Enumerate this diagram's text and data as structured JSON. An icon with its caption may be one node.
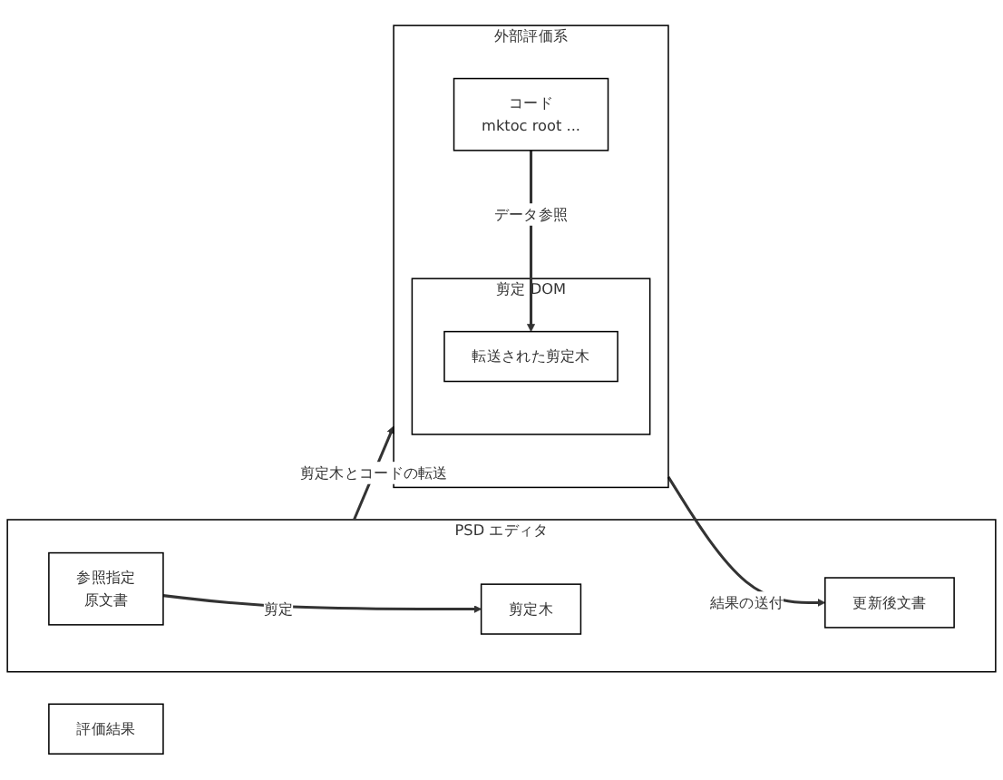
{
  "diagram": {
    "nodes": [
      {
        "text": [
          "PSD エディタ"
        ]
      },
      {
        "text": [
          "参照指定",
          "原文書"
        ],
        "in": 0
      },
      {
        "text": [
          "剪定木"
        ],
        "in": 0
      },
      {
        "text": [
          "更新後文書"
        ],
        "in": 0
      },
      {
        "text": [
          "外部評価系"
        ]
      },
      {
        "text": [
          "コード",
          "mktoc root ..."
        ],
        "in": 4
      },
      {
        "text": [
          "剪定 DOM"
        ],
        "in": 4
      },
      {
        "text": [
          "転送された剪定木"
        ],
        "in": 6
      },
      {
        "text": [
          "評価結果"
        ]
      }
    ],
    "edges": [
      {
        "from": 1,
        "to": 2,
        "arrow": "to",
        "label": "剪定"
      },
      {
        "from": 0,
        "to": 4,
        "arrow": "to",
        "label": "剪定木とコードの転送"
      },
      {
        "from": 5,
        "to": 7,
        "arrow": "to",
        "label": "データ参照"
      },
      {
        "from": 4,
        "to": 3,
        "arrow": "to",
        "label": "結果の送付"
      }
    ]
  }
}
